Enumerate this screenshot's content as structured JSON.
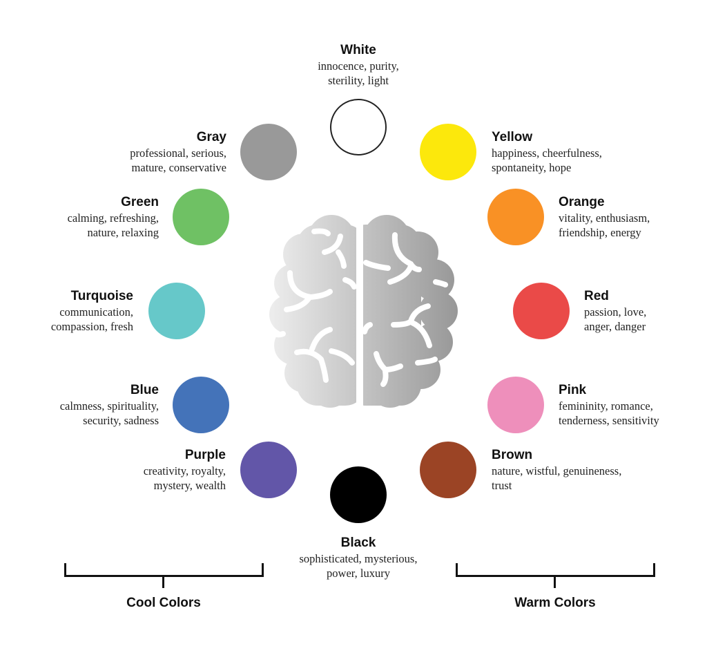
{
  "colors": [
    {
      "id": "white",
      "name": "White",
      "desc1": "innocence, purity,",
      "desc2": "sterility, light",
      "hex": "#ffffff"
    },
    {
      "id": "gray",
      "name": "Gray",
      "desc1": "professional, serious,",
      "desc2": "mature, conservative",
      "hex": "#999999"
    },
    {
      "id": "yellow",
      "name": "Yellow",
      "desc1": "happiness, cheerfulness,",
      "desc2": "spontaneity, hope",
      "hex": "#fce80c"
    },
    {
      "id": "green",
      "name": "Green",
      "desc1": "calming, refreshing,",
      "desc2": "nature, relaxing",
      "hex": "#6fc164"
    },
    {
      "id": "orange",
      "name": "Orange",
      "desc1": "vitality, enthusiasm,",
      "desc2": "friendship, energy",
      "hex": "#f99125"
    },
    {
      "id": "turquoise",
      "name": "Turquoise",
      "desc1": "communication,",
      "desc2": "compassion, fresh",
      "hex": "#66c8c9"
    },
    {
      "id": "red",
      "name": "Red",
      "desc1": "passion, love,",
      "desc2": "anger, danger",
      "hex": "#ea4a48"
    },
    {
      "id": "blue",
      "name": "Blue",
      "desc1": "calmness, spirituality,",
      "desc2": "security, sadness",
      "hex": "#4473b9"
    },
    {
      "id": "pink",
      "name": "Pink",
      "desc1": "femininity, romance,",
      "desc2": "tenderness, sensitivity",
      "hex": "#ee8fbb"
    },
    {
      "id": "purple",
      "name": "Purple",
      "desc1": "creativity, royalty,",
      "desc2": "mystery, wealth",
      "hex": "#6256a8"
    },
    {
      "id": "brown",
      "name": "Brown",
      "desc1": "nature, wistful, genuineness,",
      "desc2": "trust",
      "hex": "#9b4425"
    },
    {
      "id": "black",
      "name": "Black",
      "desc1": "sophisticated, mysterious,",
      "desc2": "power, luxury",
      "hex": "#000000"
    }
  ],
  "groups": {
    "cool": "Cool Colors",
    "warm": "Warm Colors"
  },
  "brain_icon": "brain-icon"
}
